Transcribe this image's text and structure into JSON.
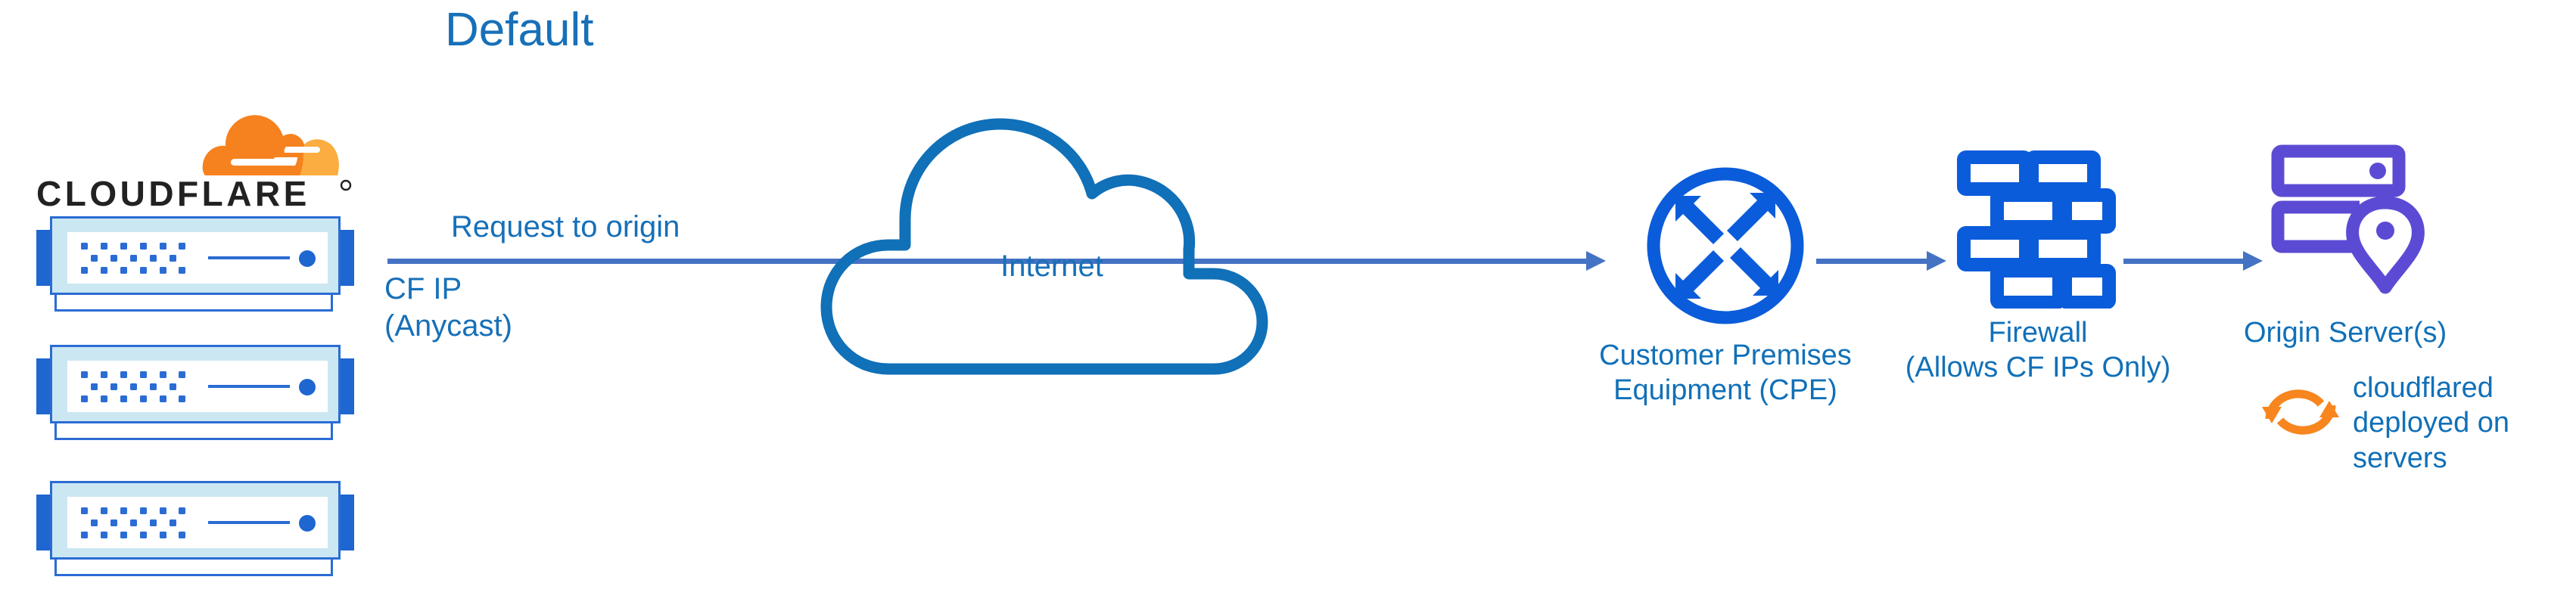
{
  "title": "Default",
  "colors": {
    "label_blue": "#1170B8",
    "icon_blue": "#0B5CDA",
    "arrow_blue": "#4573C4",
    "origin_purple": "#5B4BD4",
    "cloudflare_orange": "#F6821F",
    "cloudflare_orange_light": "#FBAD41",
    "server_body": "#CBE7F2",
    "server_outline": "#2B6CD4"
  },
  "logo": {
    "name": "Cloudflare",
    "wordmark": "CLOUDFLARE",
    "registered_mark": "®",
    "icon_name": "cloudflare-cloud-icon"
  },
  "servers": {
    "label": "Cloudflare edge servers",
    "count": 3,
    "items": [
      {
        "name": "cloudflare-edge-server-1"
      },
      {
        "name": "cloudflare-edge-server-2"
      },
      {
        "name": "cloudflare-edge-server-3"
      }
    ]
  },
  "annotations": {
    "request_to_origin": "Request to origin",
    "cf_ip": "CF IP\n(Anycast)"
  },
  "nodes": {
    "internet": {
      "label": "Internet",
      "icon_name": "cloud-outline-icon"
    },
    "cpe": {
      "label": "Customer Premises\nEquipment (CPE)",
      "icon_name": "router-four-arrows-circle-icon"
    },
    "firewall": {
      "label": "Firewall\n(Allows CF IPs Only)",
      "icon_name": "brick-wall-icon"
    },
    "origin": {
      "label": "Origin Server(s)",
      "icon_name": "server-rack-location-pin-icon",
      "note": "cloudflared\ndeployed on\nservers",
      "note_icon_name": "sync-arrows-icon"
    }
  },
  "flow": {
    "arrows": [
      {
        "name": "arrow-edge-to-cpe",
        "from": "cloudflare-edge-servers",
        "to": "customer-premises-equipment"
      },
      {
        "name": "arrow-cpe-to-firewall",
        "from": "customer-premises-equipment",
        "to": "firewall"
      },
      {
        "name": "arrow-firewall-to-origin",
        "from": "firewall",
        "to": "origin-server"
      }
    ]
  }
}
